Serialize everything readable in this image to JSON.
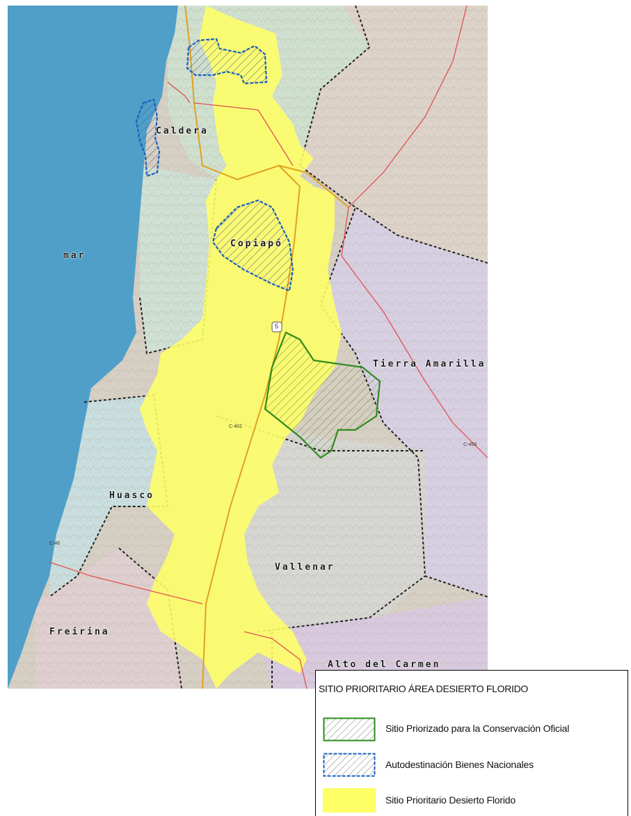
{
  "map": {
    "places": {
      "caldera": "Caldera",
      "copiapo": "Copiapó",
      "mar": "mar",
      "tierra_amarilla": "Tierra Amarilla",
      "huasco": "Huasco",
      "vallenar": "Vallenar",
      "freirina": "Freirina",
      "alto_del_carmen": "Alto del Carmen"
    },
    "roads": {
      "r5": "5",
      "c401": "C-401",
      "c453": "C-453",
      "c46": "C-46"
    },
    "colors": {
      "sea": "#4f9fc9",
      "desierto_florido": "#ffff66",
      "conservacion_outline": "#2e8b1e",
      "bienes_nacionales_outline": "#1b5fbf",
      "road": "#e05050",
      "highway": "#e0a020"
    }
  },
  "legend": {
    "title": "SITIO PRIORITARIO ÁREA DESIERTO FLORIDO",
    "items": [
      {
        "label": "Sitio Priorizado para la Conservación Oficial",
        "swatch": "green-hatched"
      },
      {
        "label": "Autodestinación Bienes Nacionales",
        "swatch": "blue-hatched"
      },
      {
        "label": "Sitio Prioritario Desierto Florido",
        "swatch": "yellow-fill"
      }
    ]
  }
}
